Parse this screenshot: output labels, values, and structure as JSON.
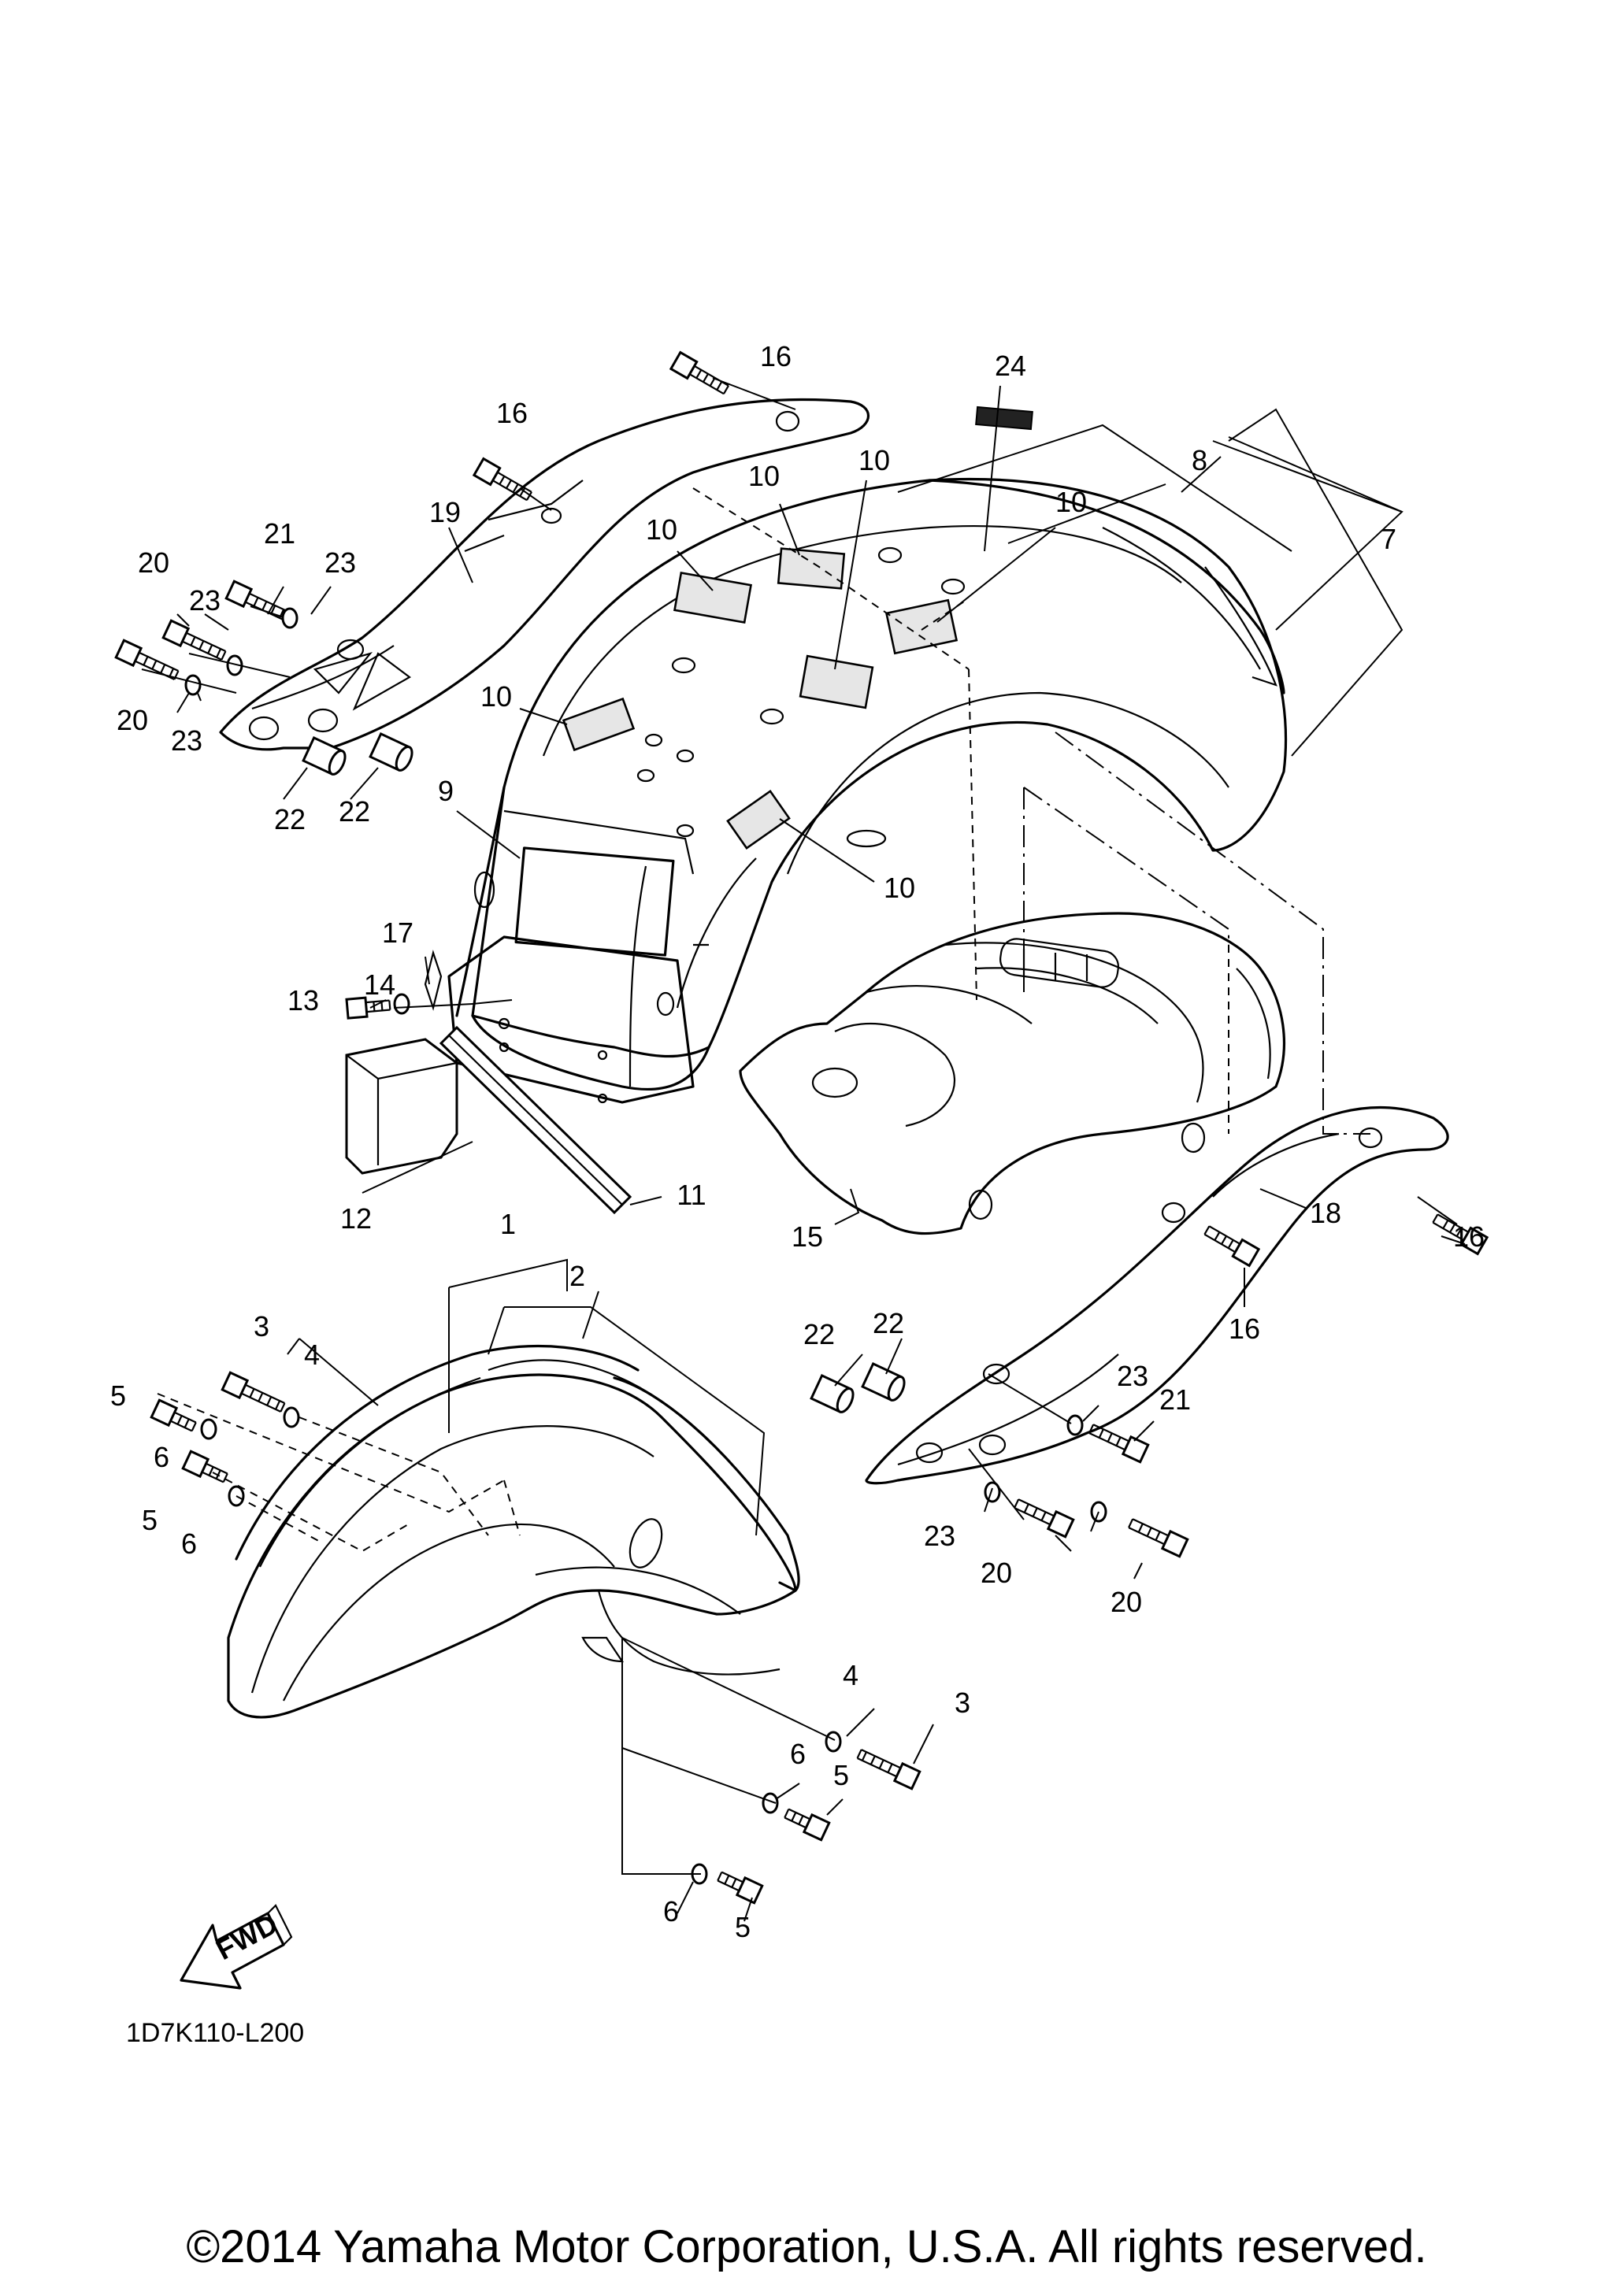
{
  "callouts": [
    {
      "id": "c1",
      "label": "1"
    },
    {
      "id": "c2",
      "label": "2"
    },
    {
      "id": "c3a",
      "label": "3"
    },
    {
      "id": "c3b",
      "label": "3"
    },
    {
      "id": "c4a",
      "label": "4"
    },
    {
      "id": "c4b",
      "label": "4"
    },
    {
      "id": "c5a",
      "label": "5"
    },
    {
      "id": "c5b",
      "label": "5"
    },
    {
      "id": "c5c",
      "label": "5"
    },
    {
      "id": "c5d",
      "label": "5"
    },
    {
      "id": "c6a",
      "label": "6"
    },
    {
      "id": "c6b",
      "label": "6"
    },
    {
      "id": "c6c",
      "label": "6"
    },
    {
      "id": "c6d",
      "label": "6"
    },
    {
      "id": "c7",
      "label": "7"
    },
    {
      "id": "c8",
      "label": "8"
    },
    {
      "id": "c9",
      "label": "9"
    },
    {
      "id": "c10a",
      "label": "10"
    },
    {
      "id": "c10b",
      "label": "10"
    },
    {
      "id": "c10c",
      "label": "10"
    },
    {
      "id": "c10d",
      "label": "10"
    },
    {
      "id": "c10e",
      "label": "10"
    },
    {
      "id": "c10f",
      "label": "10"
    },
    {
      "id": "c11",
      "label": "11"
    },
    {
      "id": "c12",
      "label": "12"
    },
    {
      "id": "c13",
      "label": "13"
    },
    {
      "id": "c14",
      "label": "14"
    },
    {
      "id": "c15",
      "label": "15"
    },
    {
      "id": "c16a",
      "label": "16"
    },
    {
      "id": "c16b",
      "label": "16"
    },
    {
      "id": "c16c",
      "label": "16"
    },
    {
      "id": "c16d",
      "label": "16"
    },
    {
      "id": "c17",
      "label": "17"
    },
    {
      "id": "c18",
      "label": "18"
    },
    {
      "id": "c19",
      "label": "19"
    },
    {
      "id": "c20a",
      "label": "20"
    },
    {
      "id": "c20b",
      "label": "20"
    },
    {
      "id": "c20c",
      "label": "20"
    },
    {
      "id": "c20d",
      "label": "20"
    },
    {
      "id": "c21a",
      "label": "21"
    },
    {
      "id": "c21b",
      "label": "21"
    },
    {
      "id": "c22a",
      "label": "22"
    },
    {
      "id": "c22b",
      "label": "22"
    },
    {
      "id": "c22c",
      "label": "22"
    },
    {
      "id": "c22d",
      "label": "22"
    },
    {
      "id": "c23a",
      "label": "23"
    },
    {
      "id": "c23b",
      "label": "23"
    },
    {
      "id": "c23c",
      "label": "23"
    },
    {
      "id": "c23d",
      "label": "23"
    },
    {
      "id": "c23e",
      "label": "23"
    },
    {
      "id": "c24",
      "label": "24"
    }
  ],
  "fwd_label": "FWD",
  "diagram_code": "1D7K110-L200",
  "copyright": "©2014 Yamaha Motor Corporation, U.S.A. All rights reserved."
}
